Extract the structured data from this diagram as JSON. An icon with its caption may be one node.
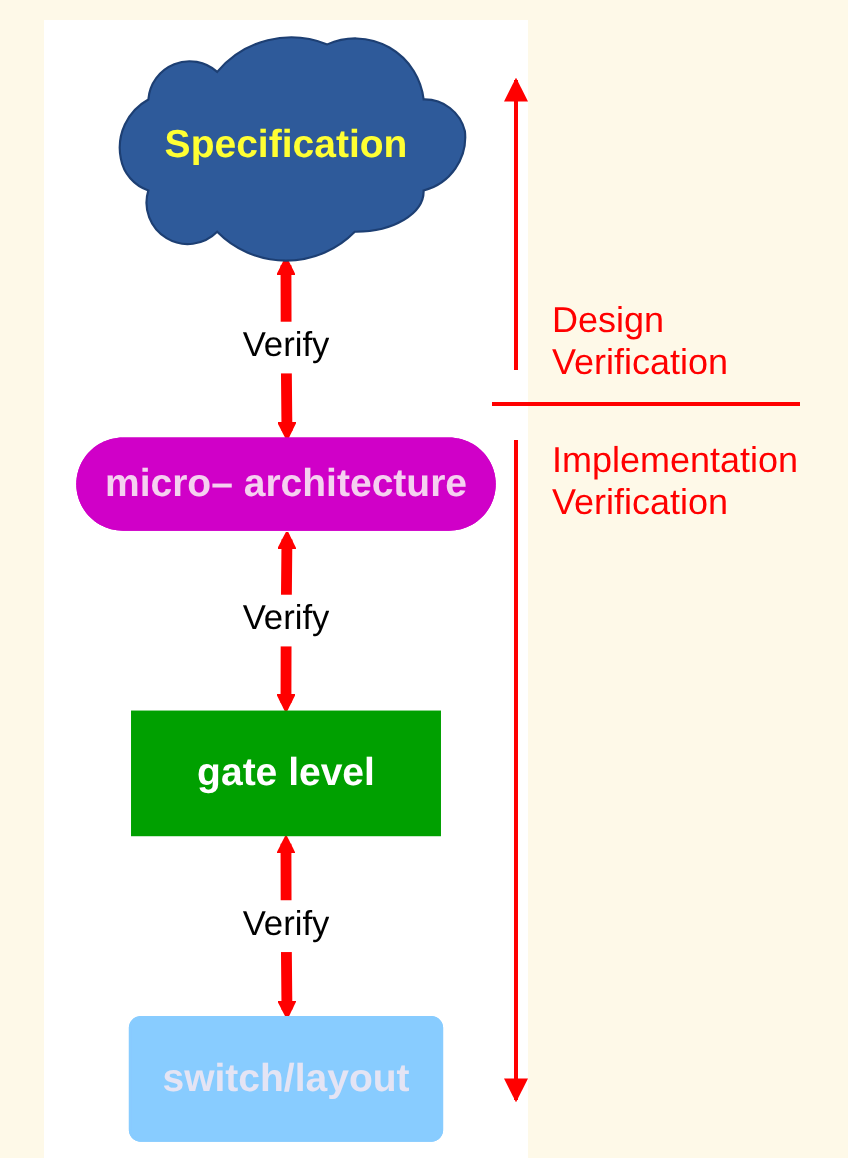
{
  "diagram": {
    "nodes": [
      {
        "text": [
          "Specification"
        ]
      },
      {
        "text": [
          "micro– architecture"
        ]
      },
      {
        "text": [
          "gate level"
        ]
      },
      {
        "text": [
          "switch/layout"
        ]
      }
    ],
    "edges": [
      {
        "from": 0,
        "to": 1,
        "arrow": "both",
        "label": "Verify"
      },
      {
        "from": 1,
        "to": 2,
        "arrow": "both",
        "label": "Verify"
      },
      {
        "from": 2,
        "to": 3,
        "arrow": "both",
        "label": "Verify"
      }
    ],
    "labels": [
      "Design Verification",
      "Implementation Verification"
    ]
  }
}
